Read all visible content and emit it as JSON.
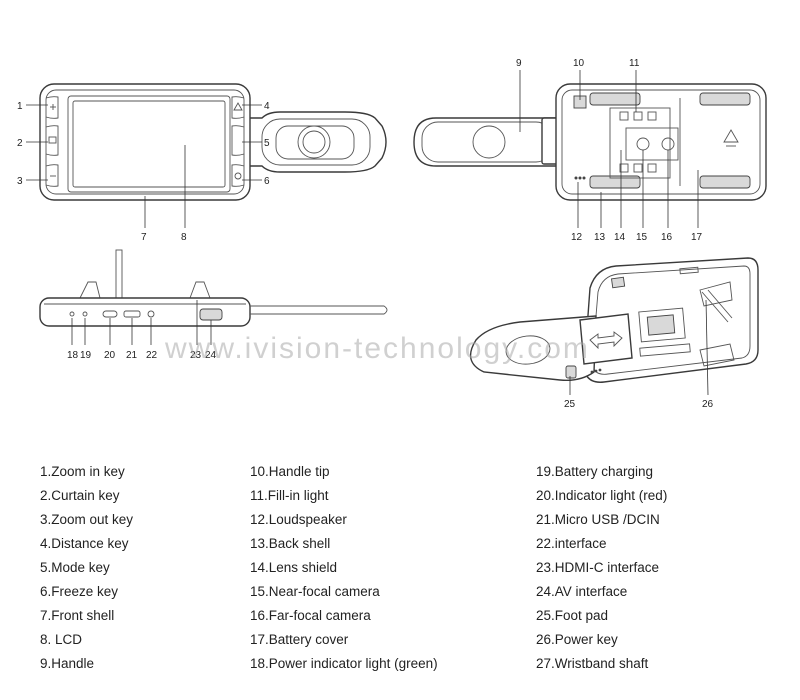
{
  "watermark": "www.ivision-technology.com",
  "callouts": [
    "1",
    "2",
    "3",
    "4",
    "5",
    "6",
    "7",
    "8",
    "9",
    "10",
    "11",
    "12",
    "13",
    "14",
    "15",
    "16",
    "17",
    "18",
    "19",
    "20",
    "21",
    "22",
    "23",
    "24",
    "25",
    "26"
  ],
  "legend": {
    "column1": [
      "1.Zoom in key",
      "2.Curtain key",
      "3.Zoom out key",
      "4.Distance key",
      "5.Mode key",
      "6.Freeze key",
      "7.Front shell",
      "8. LCD",
      "9.Handle"
    ],
    "column2": [
      "10.Handle tip",
      "11.Fill-in light",
      "12.Loudspeaker",
      "13.Back shell",
      "14.Lens shield",
      "15.Near-focal camera",
      "16.Far-focal camera",
      "17.Battery cover",
      "18.Power indicator light (green)"
    ],
    "column3": [
      "19.Battery charging",
      "20.Indicator light (red)",
      "21.Micro USB /DCIN",
      "22.interface",
      "23.HDMI-C interface",
      "24.AV interface",
      "25.Foot pad",
      "26.Power key",
      "27.Wristband shaft"
    ]
  },
  "colors": {
    "line": "#333333",
    "text": "#222222",
    "watermark": "#aaaaaa"
  }
}
